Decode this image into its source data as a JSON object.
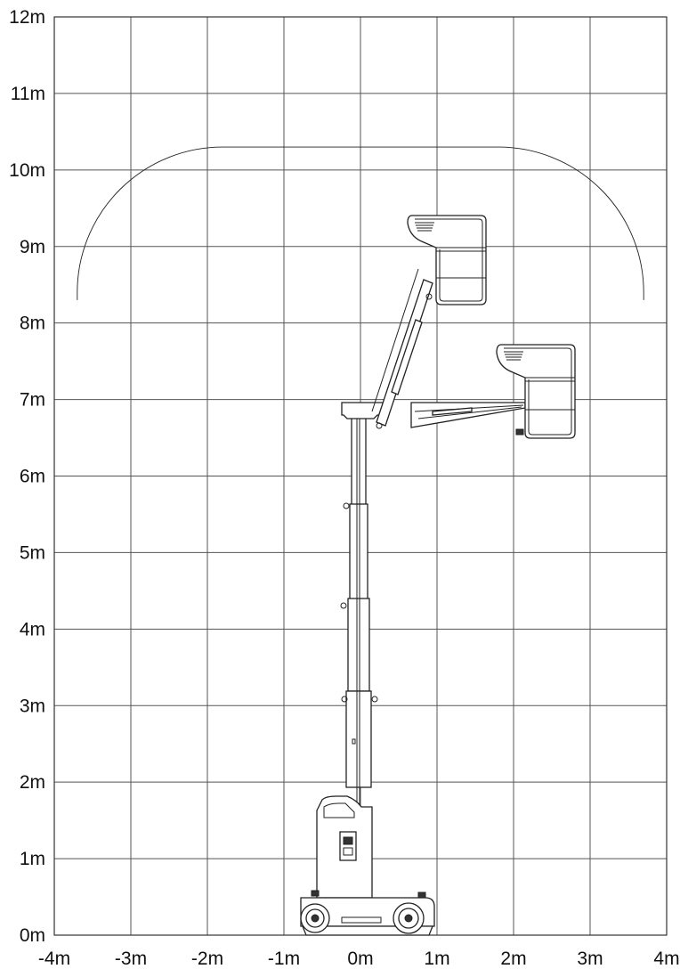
{
  "chart_data": {
    "type": "working-range-diagram",
    "x_unit": "m",
    "y_unit": "m",
    "xlim": [
      -4,
      4
    ],
    "ylim": [
      0,
      12
    ],
    "x_ticks": [
      "-4m",
      "-3m",
      "-2m",
      "-1m",
      "0m",
      "1m",
      "2m",
      "3m",
      "4m"
    ],
    "y_ticks": [
      "0m",
      "1m",
      "2m",
      "3m",
      "4m",
      "5m",
      "6m",
      "7m",
      "8m",
      "9m",
      "10m",
      "11m",
      "12m"
    ],
    "grid": true,
    "envelope": {
      "max_height": 10.3,
      "max_reach": 3.7
    },
    "platform_positions": [
      {
        "position": "raised",
        "x_range": [
          0.85,
          1.65
        ],
        "y_range": [
          8.1,
          9.4
        ]
      },
      {
        "position": "extended",
        "x_range": [
          2.05,
          2.85
        ],
        "y_range": [
          6.5,
          7.7
        ]
      }
    ]
  }
}
